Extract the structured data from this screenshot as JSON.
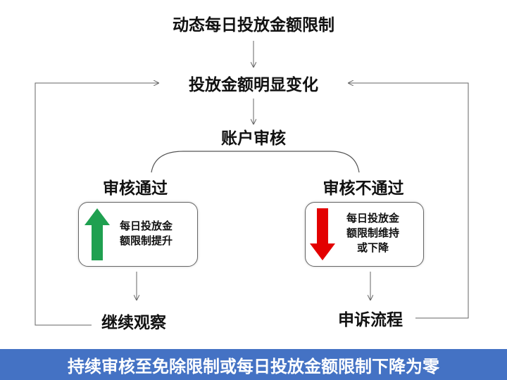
{
  "nodes": {
    "start": "动态每日投放金额限制",
    "change": "投放金额明显变化",
    "review": "账户审核",
    "pass": "审核通过",
    "fail": "审核不通过",
    "pass_result": "每日投放金额限制提升",
    "pass_result_lines": [
      "每日投放金",
      "额限制提升"
    ],
    "fail_result_lines": [
      "每日投放金",
      "额限制维持",
      "或下降"
    ],
    "observe": "继续观察",
    "appeal": "申诉流程"
  },
  "footer": "持续审核至免除限制或每日投放金额限制下降为零",
  "colors": {
    "up_arrow": "#1fa050",
    "down_arrow": "#e30000",
    "footer_bg": "#4472c4"
  }
}
